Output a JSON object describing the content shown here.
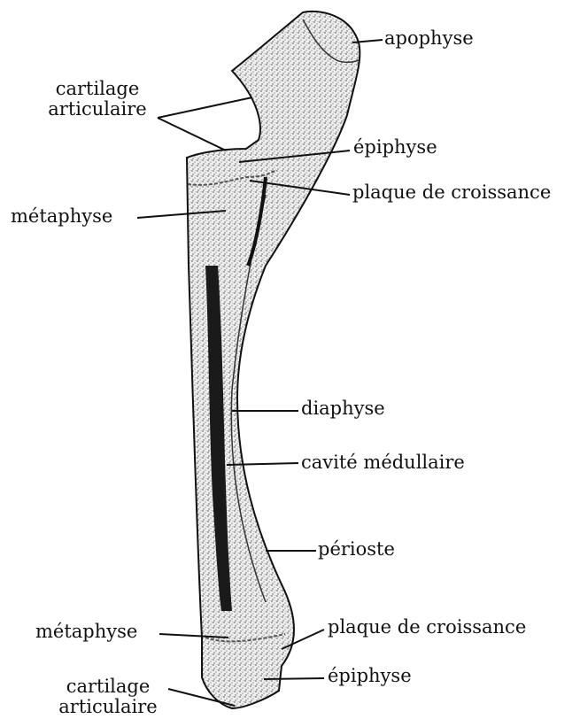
{
  "labels": {
    "apophyse": "apophyse",
    "cartilage_top_line1": "cartilage",
    "cartilage_top_line2": "articulaire",
    "epiphyse_top": "épiphyse",
    "plaque_top": "plaque de croissance",
    "metaphyse_top": "métaphyse",
    "diaphyse": "diaphyse",
    "cavite": "cavité médullaire",
    "perioste": "périoste",
    "metaphyse_bottom": "métaphyse",
    "plaque_bottom": "plaque de croissance",
    "epiphyse_bottom": "épiphyse",
    "cartilage_bottom_line1": "cartilage",
    "cartilage_bottom_line2": "articulaire"
  },
  "colors": {
    "line": "#111111",
    "bone_fill": "#e6e6e6",
    "marrow": "#1a1a1a"
  }
}
